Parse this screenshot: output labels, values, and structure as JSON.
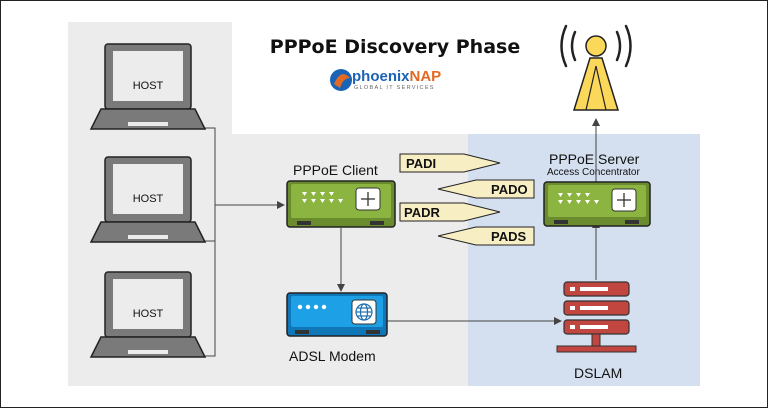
{
  "title": "PPPoE Discovery Phase",
  "logo": {
    "brand_part1": "phoenix",
    "brand_part2": "NAP",
    "tagline": "GLOBAL IT SERVICES"
  },
  "hosts": [
    "HOST",
    "HOST",
    "HOST"
  ],
  "client_label": "PPPoE Client",
  "modem_label": "ADSL Modem",
  "server_label": "PPPoE Server",
  "server_sublabel": "Access Concentrator",
  "dslam_label": "DSLAM",
  "messages": [
    "PADI",
    "PADO",
    "PADR",
    "PADS"
  ],
  "colors": {
    "router_green": "#8bb540",
    "modem_blue": "#1ea0e6",
    "dslam_red": "#c0463f",
    "message_fill": "#f7eec4",
    "server_zone": "#d4dff0",
    "client_zone": "#ececec"
  }
}
